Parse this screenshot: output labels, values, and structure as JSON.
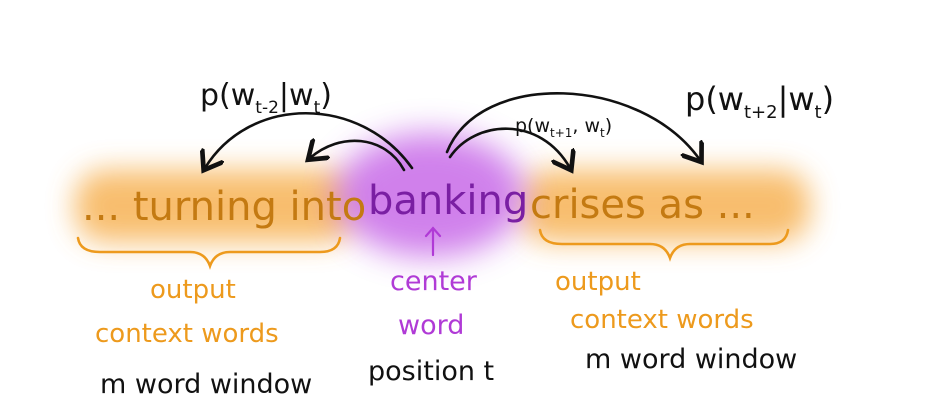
{
  "sentence": {
    "left_context": "... turning into",
    "center": "banking",
    "right_context": "crises as ..."
  },
  "probabilities": {
    "p_left_far": "p(w",
    "p_left_far_sub": "t-2",
    "p_left_far_cond": "|w",
    "p_left_far_cond_sub": "t",
    "p_left_far_close": ")",
    "p_right_near": "p(w",
    "p_right_near_sub": "t+1",
    "p_right_near_cond": ", w",
    "p_right_near_cond_sub": "t",
    "p_right_near_close": ")",
    "p_right_far": "p(w",
    "p_right_far_sub": "t+2",
    "p_right_far_cond": "|w",
    "p_right_far_cond_sub": "t",
    "p_right_far_close": ")"
  },
  "labels": {
    "left_output_line1": "output",
    "left_output_line2": "context words",
    "left_window": "m word window",
    "center_line1": "center",
    "center_line2": "word",
    "center_position": "position t",
    "right_output_line1": "output",
    "right_output_line2": "context words",
    "right_window": "m word window"
  },
  "colors": {
    "orange": "#ed9a1d",
    "orange_glow": "#f7b255",
    "purple": "#b03ad6",
    "purple_glow": "#c86ae8",
    "ink": "#111111"
  }
}
